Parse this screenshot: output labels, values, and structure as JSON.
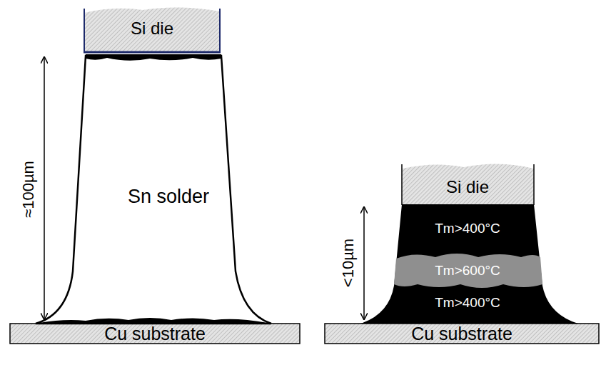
{
  "diagram": {
    "nodes": [
      {
        "text": [
          "Si die"
        ]
      },
      {
        "text": [
          "Sn solder"
        ]
      },
      {
        "text": [
          "Cu substrate"
        ]
      },
      {
        "text": [
          "Si die"
        ]
      },
      {
        "text": [
          "Tm>400°C"
        ]
      },
      {
        "text": [
          "Tm>600°C"
        ]
      },
      {
        "text": [
          "Tm>400°C"
        ]
      },
      {
        "text": [
          "Cu substrate"
        ]
      }
    ],
    "labels": [
      "≈100µm",
      "<10µm"
    ]
  }
}
